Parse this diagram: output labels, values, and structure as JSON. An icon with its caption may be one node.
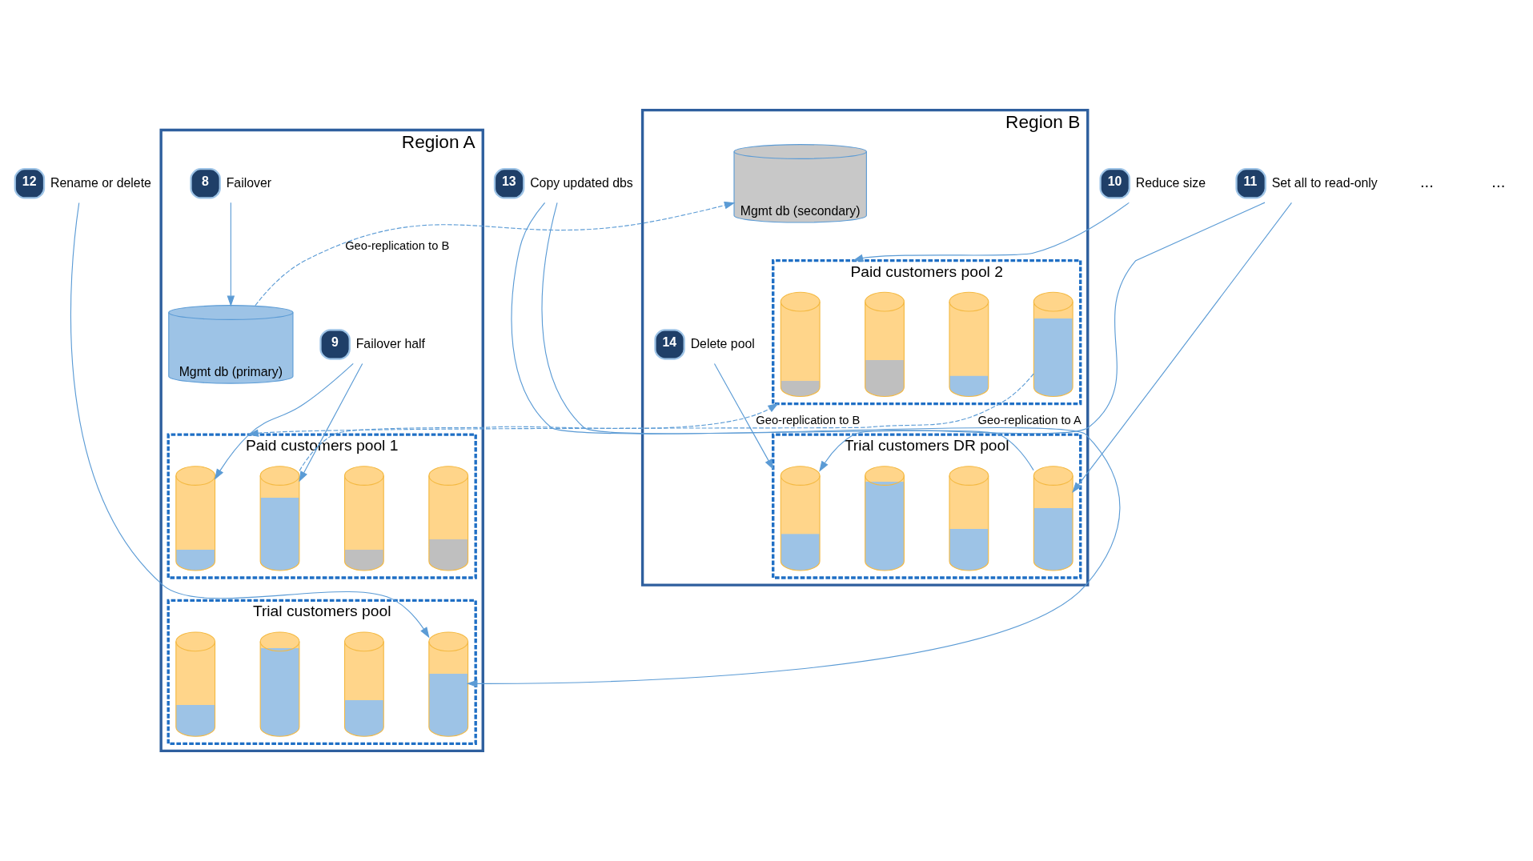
{
  "diagram": {
    "nodes": [
      {
        "text": [
          "Region A"
        ]
      },
      {
        "text": [
          "Mgmt db (primary)"
        ],
        "in": 0
      },
      {
        "text": [
          "Paid customers pool 1"
        ],
        "in": 0
      },
      {
        "text": [],
        "shape": "cylinder",
        "in": 2
      },
      {
        "text": [],
        "shape": "cylinder",
        "in": 2
      },
      {
        "text": [],
        "shape": "cylinder",
        "in": 2
      },
      {
        "text": [],
        "shape": "cylinder",
        "in": 2
      },
      {
        "text": [
          "Trial customers pool"
        ],
        "in": 0
      },
      {
        "text": [],
        "shape": "cylinder",
        "in": 7
      },
      {
        "text": [],
        "shape": "cylinder",
        "in": 7
      },
      {
        "text": [],
        "shape": "cylinder",
        "in": 7
      },
      {
        "text": [],
        "shape": "cylinder",
        "in": 7
      },
      {
        "text": [
          "Region B"
        ]
      },
      {
        "text": [
          "Mgmt db (secondary)"
        ],
        "in": 12
      },
      {
        "text": [
          "Paid customers pool 2"
        ],
        "in": 12
      },
      {
        "text": [],
        "shape": "cylinder",
        "in": 14
      },
      {
        "text": [],
        "shape": "cylinder",
        "in": 14
      },
      {
        "text": [],
        "shape": "cylinder",
        "in": 14
      },
      {
        "text": [],
        "shape": "cylinder",
        "in": 14
      },
      {
        "text": [
          "Trial customers DR pool"
        ],
        "in": 12
      },
      {
        "text": [],
        "shape": "cylinder",
        "in": 19
      },
      {
        "text": [],
        "shape": "cylinder",
        "in": 19
      },
      {
        "text": [],
        "shape": "cylinder",
        "in": 19
      },
      {
        "text": [],
        "shape": "cylinder",
        "in": 19
      },
      {
        "text": [
          "8"
        ],
        "beside": [
          "Failover"
        ],
        "in": 0
      },
      {
        "text": [
          "9"
        ],
        "beside": [
          "Failover half"
        ],
        "in": 0
      },
      {
        "text": [
          "10"
        ],
        "beside": [
          "Reduce size"
        ]
      },
      {
        "text": [
          "12"
        ],
        "beside": [
          "Rename or delete"
        ]
      },
      {
        "text": [
          "13"
        ],
        "beside": [
          "Copy updated dbs"
        ]
      },
      {
        "text": [
          "14"
        ],
        "beside": [
          "Delete pool"
        ],
        "in": 12
      },
      {
        "text": [
          "11"
        ],
        "beside": [
          "Set all to read-only"
        ]
      }
    ],
    "edges": [
      {
        "from": 1,
        "to": 13,
        "arrow": "to",
        "style": "dashed",
        "label": "Geo-replication to B"
      },
      {
        "from": 24,
        "to": 1,
        "arrow": "to"
      },
      {
        "from": 25,
        "to": 3,
        "arrow": "to"
      },
      {
        "from": 25,
        "to": 4,
        "arrow": "to"
      },
      {
        "from": 26,
        "to": 14,
        "arrow": "to"
      },
      {
        "from": 4,
        "to": 14,
        "arrow": "to",
        "style": "dashed",
        "label": "Geo-replication to B"
      },
      {
        "from": 18,
        "to": 2,
        "arrow": "to",
        "style": "dashed",
        "label": "Geo-replication to A"
      },
      {
        "from": 27,
        "to": 11,
        "arrow": "to"
      },
      {
        "from": 23,
        "to": 28,
        "arrow": "none"
      },
      {
        "from": 28,
        "to": 11,
        "arrow": "to"
      },
      {
        "from": 29,
        "to": 19,
        "arrow": "to"
      },
      {
        "from": 30,
        "to": 20,
        "arrow": "to"
      },
      {
        "from": 30,
        "to": 23,
        "arrow": "to"
      }
    ],
    "labels": [
      "...",
      "..."
    ]
  }
}
